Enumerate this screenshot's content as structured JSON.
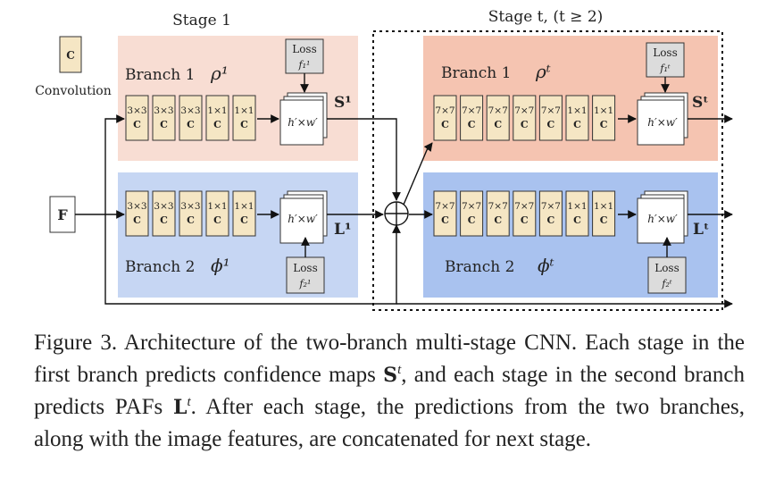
{
  "diagram": {
    "stage1_title": "Stage 1",
    "staget_title": "Stage t, (t ≥ 2)",
    "legend": {
      "block_letter": "C",
      "label": "Convolution"
    },
    "input_label": "F",
    "stage1": {
      "branch1_label": "Branch 1",
      "branch1_symbol": "ρ¹",
      "branch2_label": "Branch 2",
      "branch2_symbol": "ϕ¹",
      "conv_kernels": [
        "3×3",
        "3×3",
        "3×3",
        "1×1",
        "1×1"
      ],
      "feature_label": "h′×w′",
      "output1": "S¹",
      "output2": "L¹",
      "loss_top": {
        "title": "Loss",
        "sub": "f₁¹"
      },
      "loss_bottom": {
        "title": "Loss",
        "sub": "f₂¹"
      }
    },
    "staget": {
      "branch1_label": "Branch 1",
      "branch1_symbol": "ρᵗ",
      "branch2_label": "Branch 2",
      "branch2_symbol": "ϕᵗ",
      "conv_kernels": [
        "7×7",
        "7×7",
        "7×7",
        "7×7",
        "7×7",
        "1×1",
        "1×1"
      ],
      "feature_label": "h′×w′",
      "output1": "Sᵗ",
      "output2": "Lᵗ",
      "loss_top": {
        "title": "Loss",
        "sub": "f₁ᵗ"
      },
      "loss_bottom": {
        "title": "Loss",
        "sub": "f₂ᵗ"
      }
    },
    "colors": {
      "stage1_branch1_bg": "#f8ddd3",
      "stage1_branch2_bg": "#c6d6f3",
      "staget_branch1_bg": "#f5c4b1",
      "staget_branch2_bg": "#a9c2ef",
      "conv_block": "#f5e6c4",
      "loss_box": "#dcdcdc"
    }
  },
  "caption": {
    "part1": "Figure 3. Architecture of the two-branch multi-stage CNN. Each stage in the first branch predicts confidence maps ",
    "bold1": "S",
    "sup1": "t",
    "part2": ", and each stage in the second branch predicts PAFs ",
    "bold2": "L",
    "sup2": "t",
    "part3": ". After each stage, the predictions from the two branches, along with the image features, are concatenated for next stage."
  }
}
